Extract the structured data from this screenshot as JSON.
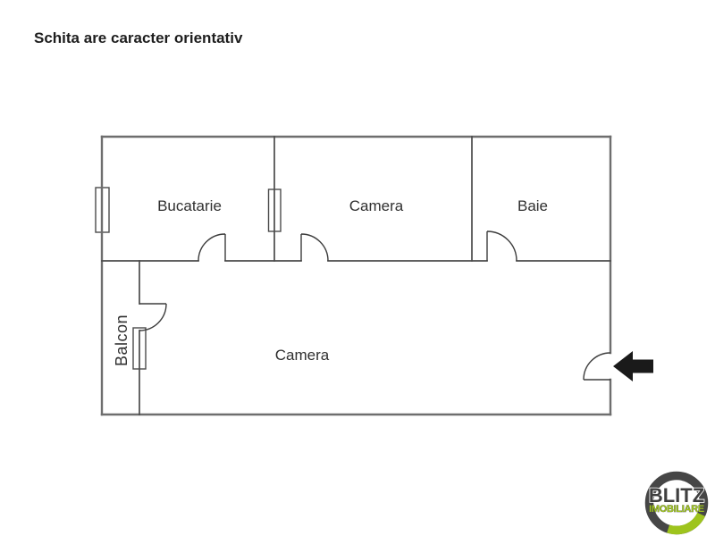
{
  "disclaimer": "Schita are caracter orientativ",
  "rooms": {
    "bucatarie": "Bucatarie",
    "camera_top": "Camera",
    "baie": "Baie",
    "balcon": "Balcon",
    "camera_bottom": "Camera"
  },
  "entrance": {
    "arrow_direction": "left"
  },
  "logo": {
    "name": "BLITZ",
    "tagline": "IMOBILIARE"
  },
  "colors": {
    "background": "#ffffff",
    "wall_outer": "#6e6e6e",
    "wall_inner": "#4b4b4b",
    "door": "#3d3d3d",
    "window_stroke": "#4b4b4b",
    "label_text": "#303030",
    "arrow": "#1a1a1a",
    "logo_ring": "#464646",
    "logo_accent_green": "#9ec41d",
    "logo_text": "#3f3f3f"
  }
}
